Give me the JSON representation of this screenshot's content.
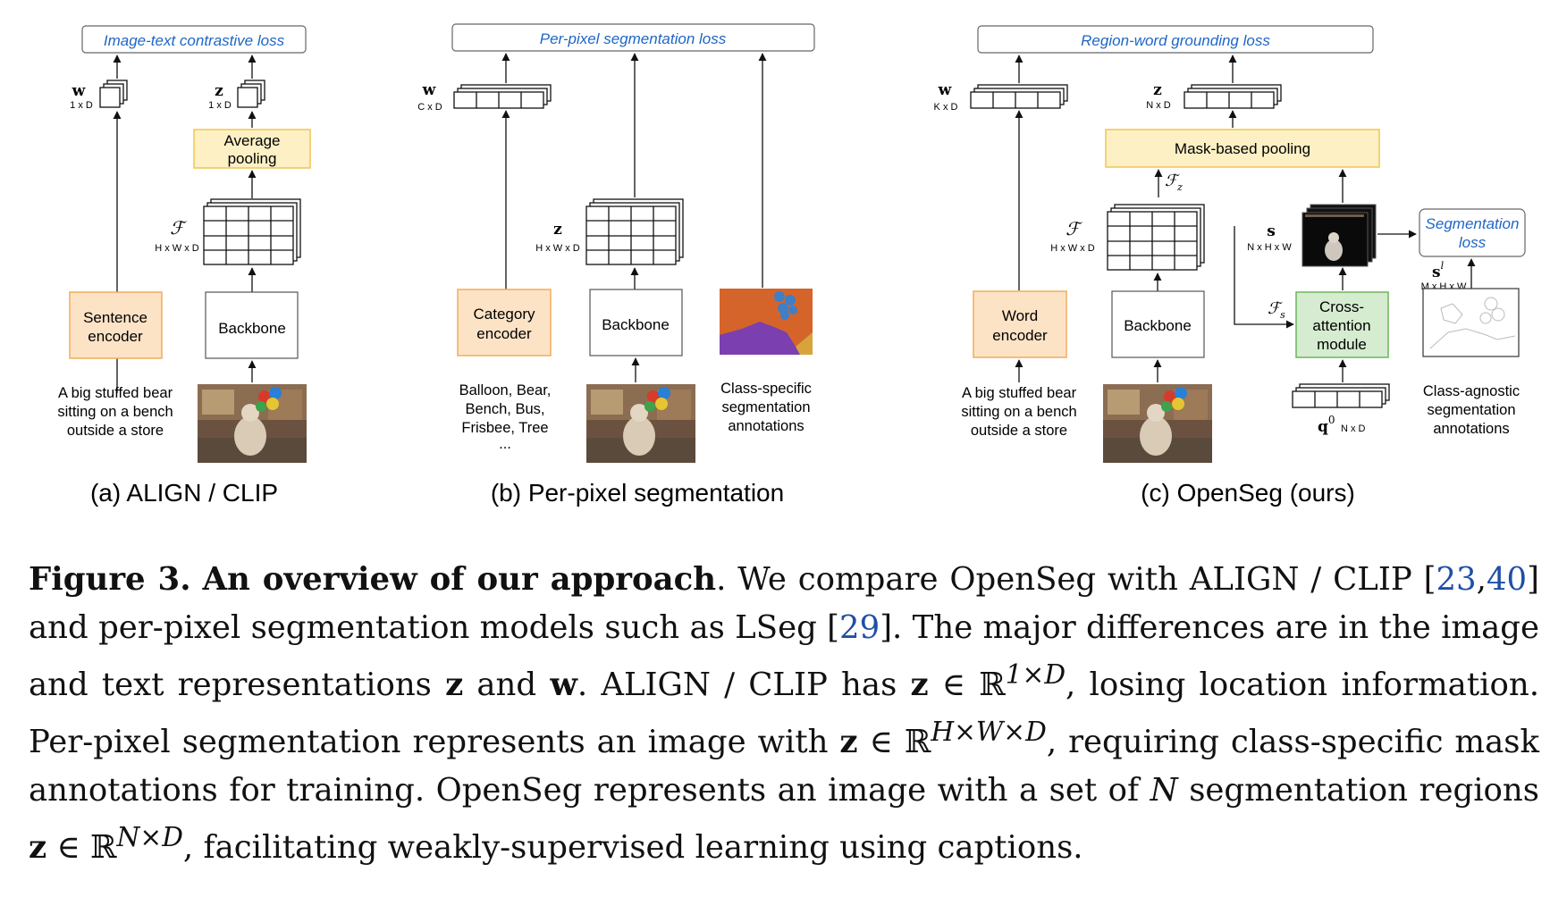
{
  "panels": {
    "a": {
      "loss": "Image-text contrastive loss",
      "w": "w",
      "w_dim": "1 x D",
      "z": "z",
      "z_dim": "1 x D",
      "pool": [
        "Average",
        "pooling"
      ],
      "F": "ℱ",
      "F_dim": "H x W x D",
      "text_encoder": [
        "Sentence",
        "encoder"
      ],
      "backbone": "Backbone",
      "caption_text": [
        "A big stuffed bear",
        "sitting on a bench",
        "outside a store"
      ],
      "title": "(a) ALIGN / CLIP"
    },
    "b": {
      "loss": "Per-pixel segmentation loss",
      "w": "w",
      "w_dim": "C x D",
      "z": "z",
      "z_dim": "H x W x D",
      "text_encoder": [
        "Category",
        "encoder"
      ],
      "backbone": "Backbone",
      "categories": [
        "Balloon, Bear,",
        "Bench, Bus,",
        "Frisbee, Tree",
        "..."
      ],
      "annot": [
        "Class-specific",
        "segmentation",
        "annotations"
      ],
      "title": "(b) Per-pixel segmentation"
    },
    "c": {
      "loss": "Region-word grounding loss",
      "w": "w",
      "w_dim": "K x D",
      "z": "z",
      "z_dim": "N x D",
      "pool": "Mask-based pooling",
      "Fz": "ℱ",
      "Fz_sub": "z",
      "F": "ℱ",
      "F_dim": "H x W x D",
      "s": "s",
      "s_dim": "N x H x W",
      "seg_loss": [
        "Segmentation",
        "loss"
      ],
      "sl": "s",
      "sl_sup": "l",
      "sl_dim": "M x H x W",
      "Fs": "ℱ",
      "Fs_sub": "s",
      "cross": [
        "Cross-",
        "attention",
        "module"
      ],
      "text_encoder": [
        "Word",
        "encoder"
      ],
      "backbone": "Backbone",
      "caption_text": [
        "A big stuffed bear",
        "sitting on a bench",
        "outside a store"
      ],
      "q": "q",
      "q_sup": "0",
      "q_dim": "N x D",
      "annot": [
        "Class-agnostic",
        "segmentation",
        "annotations"
      ],
      "title": "(c) OpenSeg (ours)"
    }
  },
  "colors": {
    "loss_text": "#1f66c6",
    "encoder_fill": "#fde3c6",
    "encoder_stroke": "#f0ad5a",
    "pool_fill": "#fdf0c4",
    "pool_stroke": "#f0c650",
    "cross_fill": "#d6ecd0",
    "cross_stroke": "#6fb35e",
    "seg_orange": "#d5642a",
    "seg_purple": "#7b3fb0",
    "seg_gold": "#d9a33c",
    "seg_blue": "#3f7fc6"
  },
  "caption": {
    "fig_label": "Figure 3.",
    "fig_title": "An overview of our approach",
    "s1": ". We compare OpenSeg with ALIGN / CLIP [",
    "ref1": "23",
    "comma": ",",
    "ref2": "40",
    "s2": "] and per-pixel segmentation models such as LSeg [",
    "ref3": "29",
    "s3": "]. The major differences are in the image and text representations ",
    "z1": "z",
    "and": " and ",
    "w1": "w",
    "s4": ". ALIGN / CLIP has ",
    "z2": "z",
    "in1": " ∈ ℝ",
    "sup1": "1×D",
    "s5": ", losing location information. Per-pixel segmentation represents an image with ",
    "z3": "z",
    "in2": " ∈ ℝ",
    "sup2": "H×W×D",
    "s6": ", requiring class-specific mask annotations for training. OpenSeg represents an image with a set of ",
    "N": "N",
    "s7": " segmentation regions ",
    "z4": "z",
    "in3": " ∈ ℝ",
    "sup3": "N×D",
    "s8": ", facilitating weakly-supervised learning using captions."
  }
}
